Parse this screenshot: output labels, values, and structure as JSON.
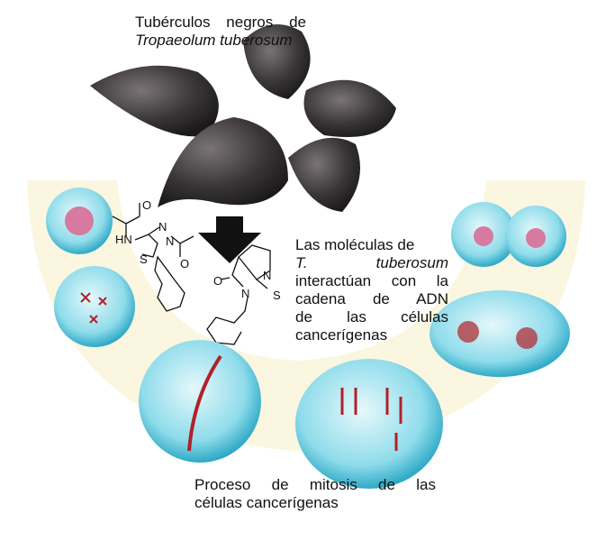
{
  "title": {
    "line1": "Tubérculos negros de",
    "line2": "Tropaeolum tuberosum"
  },
  "interaction_text": {
    "line1": "Las moléculas de",
    "line2_a": "T.",
    "line2_b": "tuberosum",
    "line3": "interactúan con la",
    "line4": "cadena de ADN",
    "line5": "de las células",
    "line6": "cancerígenas"
  },
  "mitosis_text": {
    "line1": "Proceso de mitosis de las",
    "line2": "células cancerígenas"
  },
  "molecule1_atoms": {
    "o1": "O",
    "hn": "HN",
    "n1": "N",
    "n2": "N",
    "s": "S",
    "o2": "O"
  },
  "molecule2_atoms": {
    "n1": "N",
    "o": "O",
    "n2": "N",
    "s": "S"
  },
  "colors": {
    "cell": "#7fd4e6",
    "tuber": "#3a3638",
    "background_arc": "#fbf6e0",
    "chromosome": "#b0222a"
  }
}
